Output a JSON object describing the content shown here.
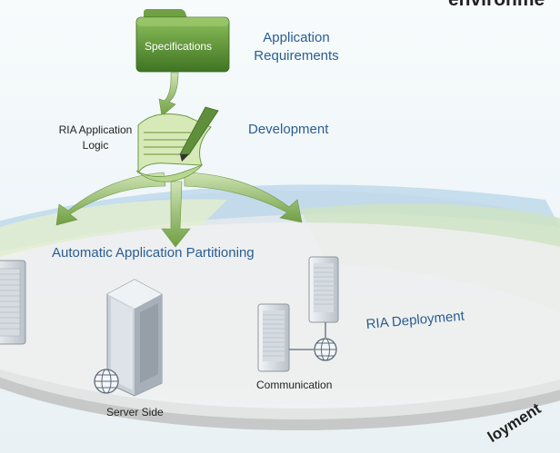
{
  "header": {
    "title_fragment": "environme"
  },
  "folder": {
    "label": "Specifications"
  },
  "labels": {
    "app_requirements_line1": "Application",
    "app_requirements_line2": "Requirements",
    "ria_logic_line1": "RIA Application",
    "ria_logic_line2": "Logic",
    "development": "Development",
    "partitioning": "Automatic Application Partitioning",
    "ria_deployment": "RIA Deployment",
    "communication": "Communication",
    "server_side": "Server Side",
    "rim_text": "loyment"
  },
  "colors": {
    "blue_text": "#2a5d92",
    "folder_green": "#4f8a2e",
    "arrow_green": "#7fae54",
    "platform_gray": "#d9dcdc"
  }
}
